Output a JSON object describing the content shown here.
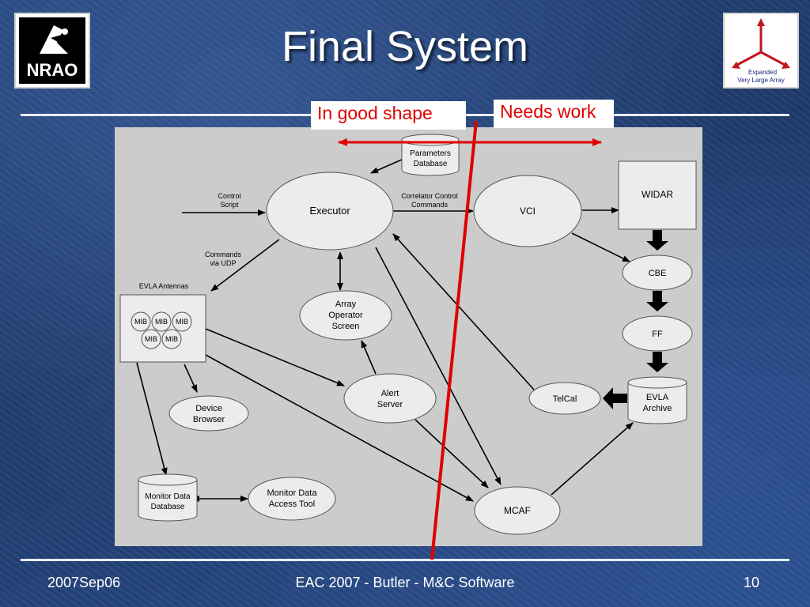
{
  "slide": {
    "title": "Final System",
    "tag_good": "In good shape",
    "tag_needs": "Needs work",
    "logo_left": {
      "text": "NRAO",
      "icon": "nrao-logo-icon"
    },
    "logo_right": {
      "line1": "Expanded",
      "line2": "Very Large Array",
      "icon": "evla-logo-icon"
    },
    "accent_red": "#e00000",
    "footer": {
      "date": "2007Sep06",
      "center": "EAC 2007 - Butler - M&C Software",
      "page": "10"
    }
  },
  "diagram": {
    "parameters_db": [
      "Parameters",
      "Database"
    ],
    "executor": "Executor",
    "vci": "VCI",
    "widar": "WIDAR",
    "cbe": "CBE",
    "ff": "FF",
    "evla_archive": [
      "EVLA",
      "Archive"
    ],
    "telcal": "TelCal",
    "mcaf": "MCAF",
    "alert_server": [
      "Alert",
      "Server"
    ],
    "array_operator_screen": [
      "Array",
      "Operator",
      "Screen"
    ],
    "evla_antennas": "EVLA Antennas",
    "mib": "MIB",
    "device_browser": [
      "Device",
      "Browser"
    ],
    "monitor_data_db": [
      "Monitor Data",
      "Database"
    ],
    "monitor_data_access_tool": [
      "Monitor Data",
      "Access Tool"
    ],
    "control_script": [
      "Control",
      "Script"
    ],
    "correlator_control_commands": [
      "Correlator Control",
      "Commands"
    ],
    "commands_via_udp": [
      "Commands",
      "via UDP"
    ]
  }
}
